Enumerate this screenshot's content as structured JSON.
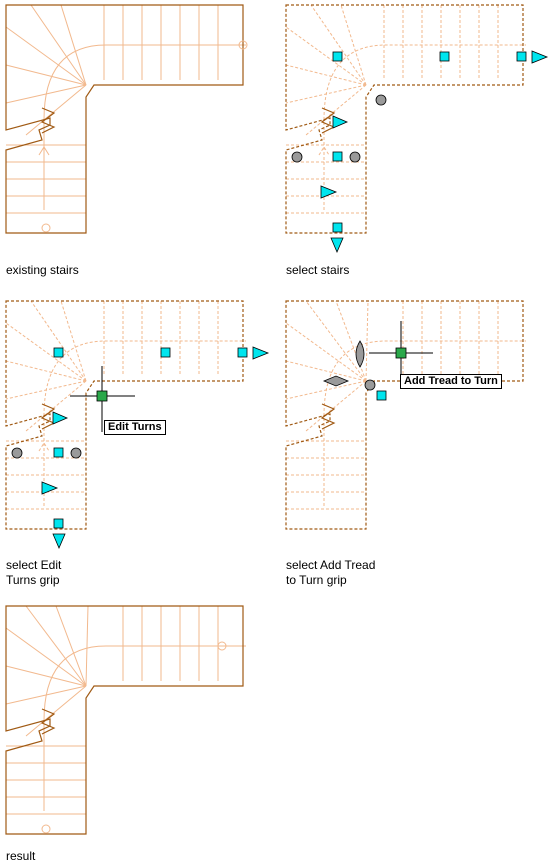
{
  "panels": [
    {
      "caption_lines": [
        "existing stairs"
      ]
    },
    {
      "caption_lines": [
        "select stairs"
      ]
    },
    {
      "caption_lines": [
        "select Edit",
        "Turns grip"
      ],
      "tooltip": "Edit Turns"
    },
    {
      "caption_lines": [
        "select Add Tread",
        "to Turn grip"
      ],
      "tooltip": "Add Tread to Turn"
    },
    {
      "caption_lines": [
        "result"
      ]
    }
  ],
  "colors": {
    "outline": "#a05a14",
    "tread": "#f2b98e",
    "grip_square": "#00e5ee",
    "grip_other": "#9a9a9a",
    "hot_grip": "#2aa84a"
  }
}
